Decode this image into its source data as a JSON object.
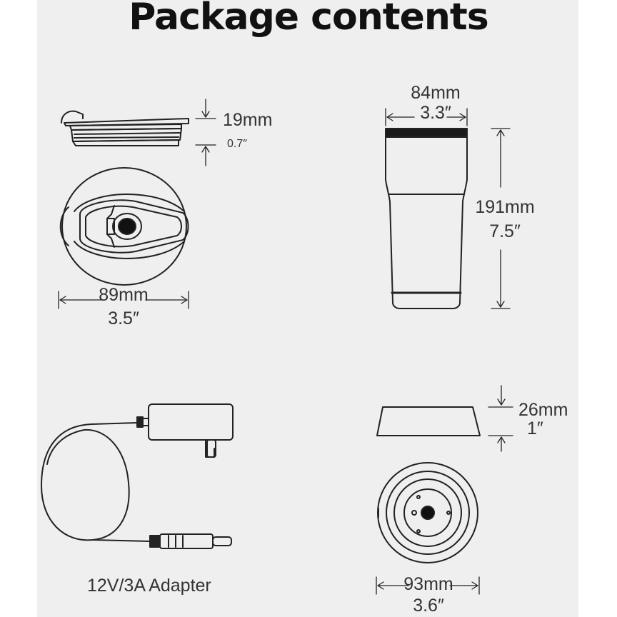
{
  "title": "Package contents",
  "lid": {
    "height_mm": "19mm",
    "height_in": "0.7″",
    "width_mm": "89mm",
    "width_in": "3.5″"
  },
  "tumbler": {
    "width_mm": "84mm",
    "width_in": "3.3″",
    "height_mm": "191mm",
    "height_in": "7.5″"
  },
  "adapter": {
    "label": "12V/3A Adapter"
  },
  "base": {
    "height_mm": "26mm",
    "height_in": "1″",
    "width_mm": "93mm",
    "width_in": "3.6″"
  }
}
